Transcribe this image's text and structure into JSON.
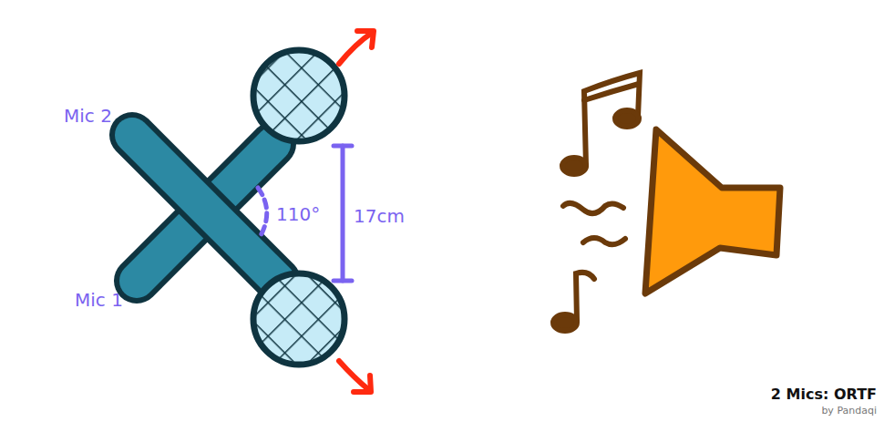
{
  "diagram": {
    "caption": "2 Mics: ORTF",
    "labels": [
      "Mic 2",
      "Mic 1",
      "110°",
      "17cm",
      "by Pandaqi"
    ]
  }
}
